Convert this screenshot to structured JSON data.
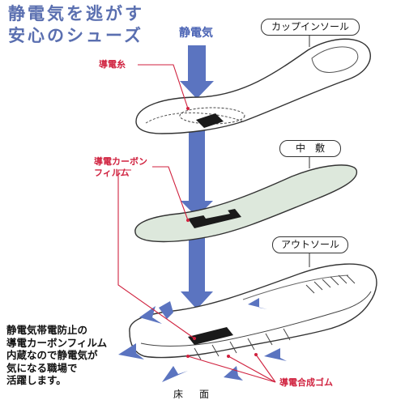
{
  "title": {
    "line1": "静電気を逃がす",
    "line2": "安心のシューズ"
  },
  "flow_label": "静電気",
  "parts": {
    "cup_insole": "カップインソール",
    "midsole": "中　敷",
    "outsole": "アウトソール"
  },
  "labels": {
    "conductive_thread": "導電糸",
    "carbon_film_line1": "導電カーボン",
    "carbon_film_line2": "フィルム",
    "conductive_rubber": "導電合成ゴム"
  },
  "note": {
    "lines": [
      "静電気帯電防止の",
      "導電カーボンフィルム",
      "内蔵なので静電気が",
      "気になる職場で",
      "活躍します。"
    ]
  },
  "floor_label": "床面",
  "colors": {
    "title": "#5a6fb0",
    "arrow": "#5b74c0",
    "label_red": "#d0223f",
    "midsole_fill": "#dde8dc",
    "film": "#1a1a1a"
  },
  "icons": [
    "down-arrow-icon",
    "spark-arrow-icon"
  ]
}
